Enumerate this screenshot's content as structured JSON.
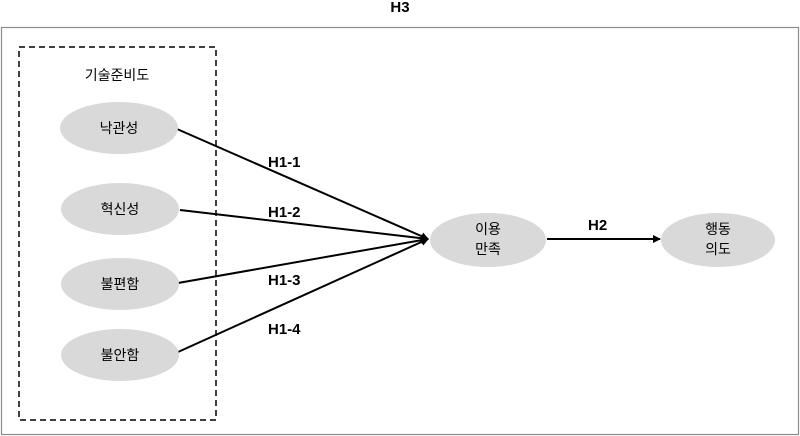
{
  "title": "H3",
  "group": {
    "label": "기술준비도"
  },
  "nodes": {
    "optimism": "낙관성",
    "innovativeness": "혁신성",
    "discomfort": "불편함",
    "insecurity": "불안함",
    "satisfaction": [
      "이용",
      "만족"
    ],
    "intention": [
      "행동",
      "의도"
    ]
  },
  "paths": {
    "h1_1": "H1-1",
    "h1_2": "H1-2",
    "h1_3": "H1-3",
    "h1_4": "H1-4",
    "h2": "H2"
  },
  "colors": {
    "node_fill": "#d9d9d9",
    "line": "#000000",
    "border": "#8c8c8c"
  }
}
